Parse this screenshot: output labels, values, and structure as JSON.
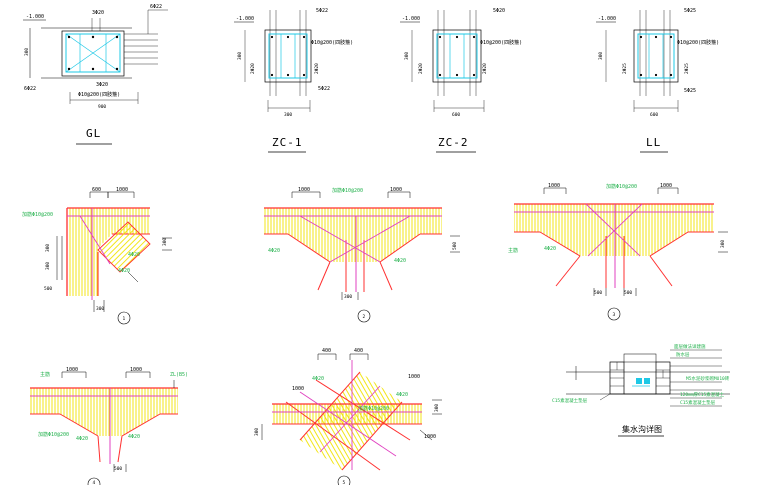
{
  "colors": {
    "rebar_cyan": "#1ec8e6",
    "stirrup_magenta": "#e040c0",
    "slab_red": "#ff3030",
    "hatch_yellow": "#f2e400",
    "label_green": "#22b14c",
    "line": "#000000"
  },
  "sections": [
    {
      "id": "gl",
      "caption": "GL",
      "elev": "-1.000",
      "top_bar": "3Φ20",
      "top_right": "6Φ22",
      "bottom_bar": "3Φ20",
      "left_low": "6Φ22",
      "stirrup": "Φ10@200(四肢箍)",
      "dim_h": "300",
      "dim_w": "900"
    },
    {
      "id": "zc1",
      "caption": "ZC-1",
      "elev": "-1.000",
      "top": "5Φ22",
      "stirrup": "Φ10@200(四肢箍)",
      "side_l": "2Φ20",
      "side_r": "2Φ20",
      "bottom": "5Φ22",
      "dim_h": "300",
      "dim_w": "300"
    },
    {
      "id": "zc2",
      "caption": "ZC-2",
      "elev": "-1.000",
      "top": "5Φ20",
      "stirrup": "Φ10@200(四肢箍)",
      "side_l": "2Φ20",
      "side_r": "2Φ20",
      "dim_h": "300",
      "dim_w": "600"
    },
    {
      "id": "ll",
      "caption": "LL",
      "elev": "-1.000",
      "top": "5Φ25",
      "stirrup": "Φ10@200(四肢箍)",
      "side_l": "2Φ25",
      "side_r": "2Φ25",
      "bottom": "5Φ25",
      "dim_h": "300",
      "dim_w": "600"
    }
  ],
  "nodes": [
    {
      "id": "n1",
      "number": "1",
      "dims": [
        "600",
        "1000",
        "300",
        "300",
        "300",
        "300",
        "500"
      ],
      "labels": [
        "加筋Φ10@200",
        "4Φ20",
        "4Φ20"
      ]
    },
    {
      "id": "n2",
      "number": "2",
      "dims": [
        "1000",
        "1000",
        "500",
        "300"
      ],
      "labels": [
        "加筋Φ10@200",
        "4Φ20",
        "4Φ20"
      ]
    },
    {
      "id": "n3",
      "number": "3",
      "dims": [
        "1000",
        "1000",
        "300",
        "500",
        "500"
      ],
      "labels": [
        "加筋Φ10@200",
        "4Φ20",
        "主筋"
      ]
    },
    {
      "id": "n4",
      "number": "4",
      "dims": [
        "1000",
        "1000",
        "500"
      ],
      "labels": [
        "主筋",
        "ZL(B5)",
        "加筋Φ10@200",
        "4Φ20",
        "4Φ20"
      ]
    },
    {
      "id": "n5",
      "number": "5",
      "dims": [
        "400",
        "400",
        "1000",
        "1000",
        "300",
        "300",
        "1000"
      ],
      "labels": [
        "加筋Φ10@200",
        "4Φ20",
        "4Φ20"
      ]
    }
  ],
  "detail": {
    "caption": "集水沟详图",
    "notes": [
      "面层做法详建施",
      "防水层",
      "M5水泥砂浆砌MU10砖",
      "120mm厚C15素混凝土",
      "C15素混凝土垫层"
    ],
    "left_note": "C15素混凝土垫层"
  }
}
